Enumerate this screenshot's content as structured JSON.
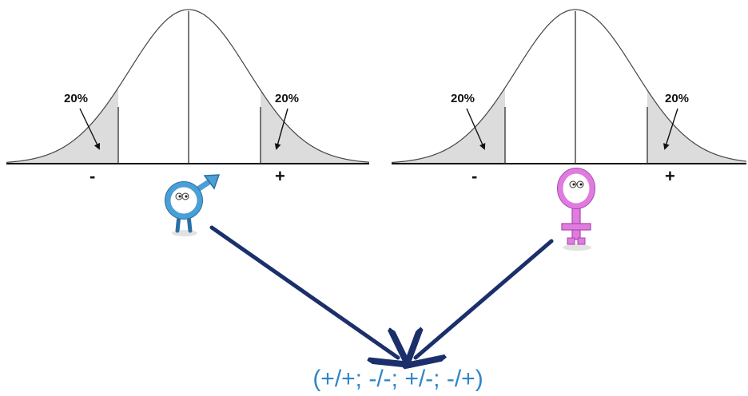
{
  "distributions": [
    {
      "id": "male",
      "left_tail_label": "20%",
      "right_tail_label": "20%",
      "left_sign": "-",
      "right_sign": "+",
      "tail_fraction": 0.2
    },
    {
      "id": "female",
      "left_tail_label": "20%",
      "right_tail_label": "20%",
      "left_sign": "-",
      "right_sign": "+",
      "tail_fraction": 0.2
    }
  ],
  "characters": {
    "male": {
      "icon": "male-symbol-icon",
      "color": "#4a9fd6"
    },
    "female": {
      "icon": "female-symbol-icon",
      "color": "#e07be0"
    }
  },
  "cross_result": "(+/+; -/-; +/-; -/+)",
  "colors": {
    "arrow": "#1b2f6b",
    "result_text": "#2f86c8",
    "tail_fill": "#dcdcdc"
  }
}
